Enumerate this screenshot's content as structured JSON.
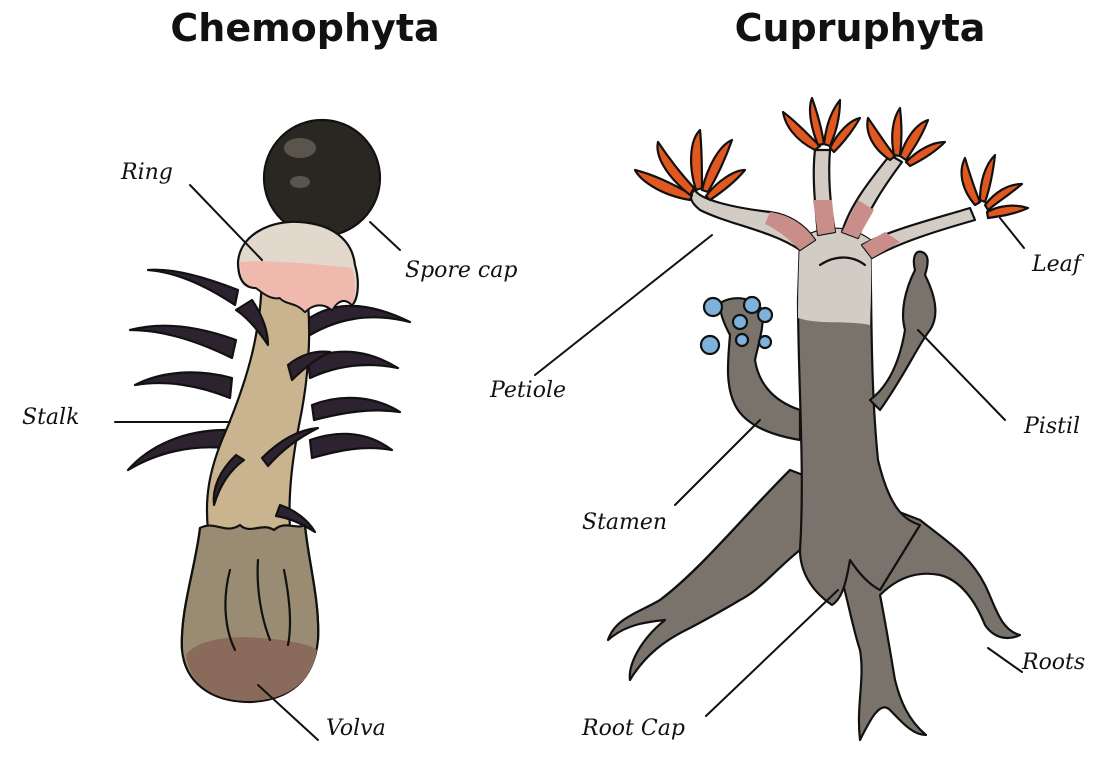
{
  "titles": {
    "left": "Chemophyta",
    "right": "Cupruphyta"
  },
  "labels": {
    "ring": "Ring",
    "spore_cap": "Spore cap",
    "stalk": "Stalk",
    "volva": "Volva",
    "petiole": "Petiole",
    "leaf": "Leaf",
    "pistil": "Pistil",
    "stamen": "Stamen",
    "root_cap": "Root Cap",
    "roots": "Roots"
  },
  "colors": {
    "spore_cap": "#2a2722",
    "ring": "#e2d8cc",
    "ring_pink": "#efb9ae",
    "stalk": "#c9b48f",
    "volva": "#9a8c72",
    "volva_base": "#8a6a5a",
    "tendrils": "#2d2230",
    "trunk": "#7a736b",
    "trunk_light": "#d3ccc4",
    "leaf": "#e0571f",
    "petiole_pink": "#c98e8a",
    "stamen_dots": "#7fb1dd"
  }
}
